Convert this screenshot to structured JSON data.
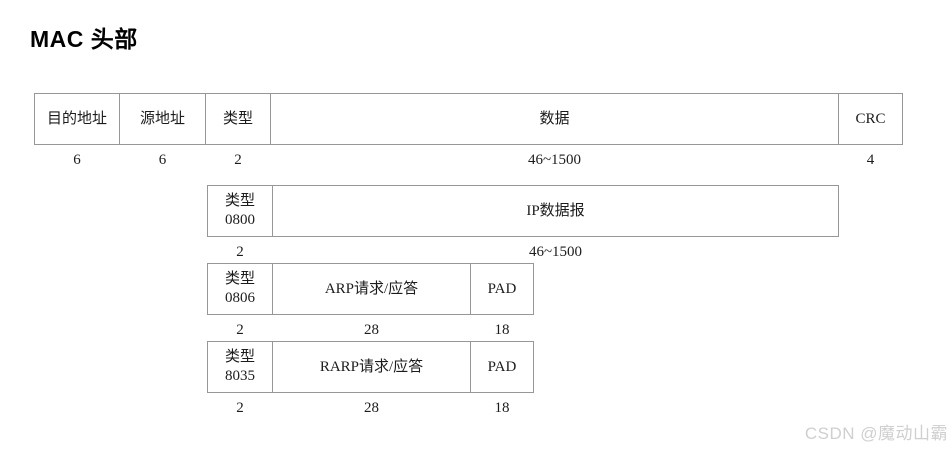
{
  "title": "MAC 头部",
  "watermark": "CSDN @魔动山霸",
  "diagram": {
    "rows": [
      {
        "name": "ethernet-frame",
        "cells": [
          {
            "label": "目的地址",
            "size": "6"
          },
          {
            "label": "源地址",
            "size": "6"
          },
          {
            "label": "类型",
            "size": "2"
          },
          {
            "label": "数据",
            "size": "46~1500"
          },
          {
            "label": "CRC",
            "size": "4"
          }
        ]
      },
      {
        "name": "type-0800-ip",
        "cells": [
          {
            "label": "类型",
            "code": "0800",
            "size": "2"
          },
          {
            "label": "IP数据报",
            "size": "46~1500"
          }
        ]
      },
      {
        "name": "type-0806-arp",
        "cells": [
          {
            "label": "类型",
            "code": "0806",
            "size": "2"
          },
          {
            "label": "ARP请求/应答",
            "size": "28"
          },
          {
            "label": "PAD",
            "size": "18"
          }
        ]
      },
      {
        "name": "type-8035-rarp",
        "cells": [
          {
            "label": "类型",
            "code": "8035",
            "size": "2"
          },
          {
            "label": "RARP请求/应答",
            "size": "28"
          },
          {
            "label": "PAD",
            "size": "18"
          }
        ]
      }
    ]
  },
  "colors": {
    "border": "#979797",
    "text": "#1c1c1c",
    "watermark": "#cfcfcf"
  }
}
